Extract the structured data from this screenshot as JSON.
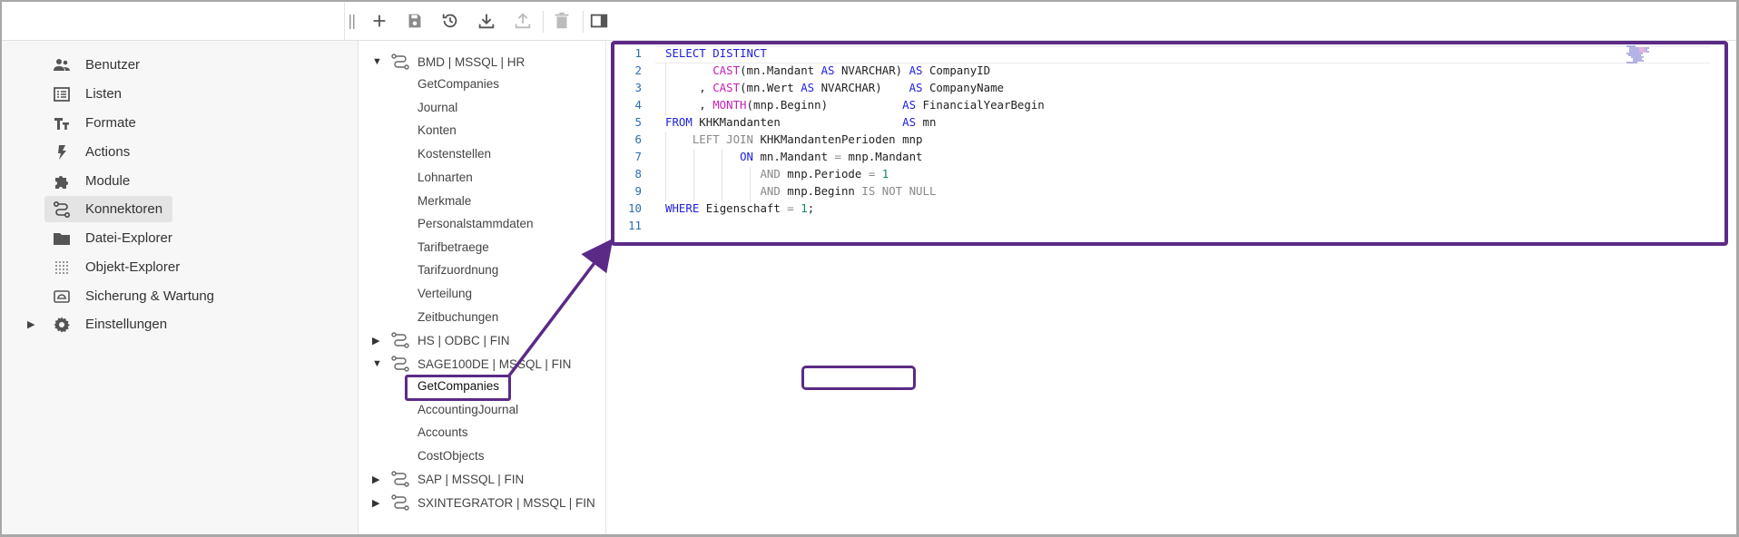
{
  "sidebar": {
    "items": [
      {
        "label": "Benutzer",
        "icon": "users-icon"
      },
      {
        "label": "Listen",
        "icon": "list-icon"
      },
      {
        "label": "Formate",
        "icon": "format-icon"
      },
      {
        "label": "Actions",
        "icon": "bolt-icon"
      },
      {
        "label": "Module",
        "icon": "puzzle-icon"
      },
      {
        "label": "Konnektoren",
        "icon": "connector-icon",
        "active": true
      },
      {
        "label": "Datei-Explorer",
        "icon": "folder-icon"
      },
      {
        "label": "Objekt-Explorer",
        "icon": "grid-dots-icon"
      },
      {
        "label": "Sicherung & Wartung",
        "icon": "backup-icon"
      },
      {
        "label": "Einstellungen",
        "icon": "gear-icon",
        "expandable": true
      }
    ]
  },
  "tree": {
    "groups": [
      {
        "label": "BMD | MSSQL | HR",
        "expanded": true,
        "children": [
          "GetCompanies",
          "Journal",
          "Konten",
          "Kostenstellen",
          "Lohnarten",
          "Merkmale",
          "Personalstammdaten",
          "Tarifbetraege",
          "Tarifzuordnung",
          "Verteilung",
          "Zeitbuchungen"
        ]
      },
      {
        "label": "HS | ODBC | FIN",
        "expanded": false,
        "children": []
      },
      {
        "label": "SAGE100DE | MSSQL | FIN",
        "expanded": true,
        "children": [
          "GetCompanies",
          "AccountingJournal",
          "Accounts",
          "CostObjects"
        ]
      },
      {
        "label": "SAP | MSSQL | FIN",
        "expanded": false,
        "children": []
      },
      {
        "label": "SXINTEGRATOR | MSSQL | FIN",
        "expanded": false,
        "children": []
      }
    ],
    "selected": "GetCompanies"
  },
  "editor": {
    "line_numbers": [
      "1",
      "2",
      "3",
      "4",
      "5",
      "6",
      "7",
      "8",
      "9",
      "10",
      "11"
    ],
    "lines": [
      [
        {
          "t": "SELECT DISTINCT",
          "c": "kw"
        }
      ],
      [
        {
          "t": "       ",
          "c": ""
        },
        {
          "t": "CAST",
          "c": "fn"
        },
        {
          "t": "(mn.Mandant ",
          "c": ""
        },
        {
          "t": "AS",
          "c": "kw"
        },
        {
          "t": " NVARCHAR) ",
          "c": ""
        },
        {
          "t": "AS",
          "c": "kw"
        },
        {
          "t": " CompanyID",
          "c": ""
        }
      ],
      [
        {
          "t": "     , ",
          "c": ""
        },
        {
          "t": "CAST",
          "c": "fn"
        },
        {
          "t": "(mn.Wert ",
          "c": ""
        },
        {
          "t": "AS",
          "c": "kw"
        },
        {
          "t": " NVARCHAR)    ",
          "c": ""
        },
        {
          "t": "AS",
          "c": "kw"
        },
        {
          "t": " CompanyName",
          "c": ""
        }
      ],
      [
        {
          "t": "     , ",
          "c": ""
        },
        {
          "t": "MONTH",
          "c": "fn"
        },
        {
          "t": "(mnp.Beginn)           ",
          "c": ""
        },
        {
          "t": "AS",
          "c": "kw"
        },
        {
          "t": " FinancialYearBegin",
          "c": ""
        }
      ],
      [
        {
          "t": "FROM",
          "c": "kw"
        },
        {
          "t": " KHKMandanten                  ",
          "c": ""
        },
        {
          "t": "AS",
          "c": "kw"
        },
        {
          "t": " mn",
          "c": ""
        }
      ],
      [
        {
          "t": "    ",
          "c": ""
        },
        {
          "t": "LEFT JOIN",
          "c": "op"
        },
        {
          "t": " KHKMandantenPerioden mnp",
          "c": ""
        }
      ],
      [
        {
          "t": "           ",
          "c": ""
        },
        {
          "t": "ON",
          "c": "kw"
        },
        {
          "t": " mn.Mandant ",
          "c": ""
        },
        {
          "t": "=",
          "c": "op"
        },
        {
          "t": " mnp.Mandant",
          "c": ""
        }
      ],
      [
        {
          "t": "              ",
          "c": ""
        },
        {
          "t": "AND",
          "c": "op"
        },
        {
          "t": " mnp.Periode ",
          "c": ""
        },
        {
          "t": "=",
          "c": "op"
        },
        {
          "t": " ",
          "c": ""
        },
        {
          "t": "1",
          "c": "num"
        }
      ],
      [
        {
          "t": "              ",
          "c": ""
        },
        {
          "t": "AND",
          "c": "op"
        },
        {
          "t": " mnp.Beginn ",
          "c": ""
        },
        {
          "t": "IS NOT NULL",
          "c": "op"
        }
      ],
      [
        {
          "t": "WHERE",
          "c": "kw"
        },
        {
          "t": " Eigenschaft ",
          "c": ""
        },
        {
          "t": "=",
          "c": "op"
        },
        {
          "t": " ",
          "c": ""
        },
        {
          "t": "1",
          "c": "num"
        },
        {
          "t": ";",
          "c": ""
        }
      ],
      []
    ]
  },
  "colors": {
    "accent": "#5b2a86",
    "keyword": "#1e1ee0",
    "function": "#c71fb4",
    "operator": "#888888",
    "number": "#0b8a5a"
  }
}
